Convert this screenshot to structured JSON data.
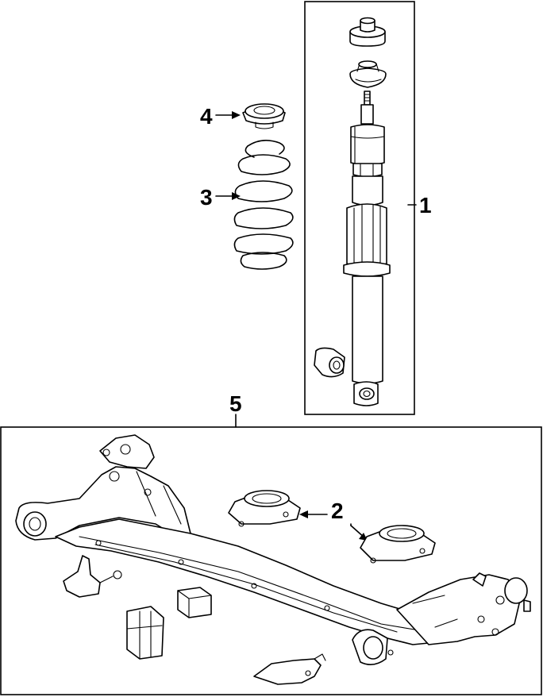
{
  "callouts": {
    "c1": "1",
    "c2": "2",
    "c3": "3",
    "c4": "4",
    "c5": "5"
  },
  "parts": {
    "shock_absorber_assembly": "shock-absorber",
    "upper_mount_insulator": "mount-insulator",
    "upper_mount_bracket": "mount-bracket",
    "coil_spring": "coil-spring",
    "spring_upper_insulator": "spring-insulator",
    "spring_seats": "spring-seat",
    "axle_beam_assembly": "axle-beam",
    "bushing": "bushing"
  }
}
